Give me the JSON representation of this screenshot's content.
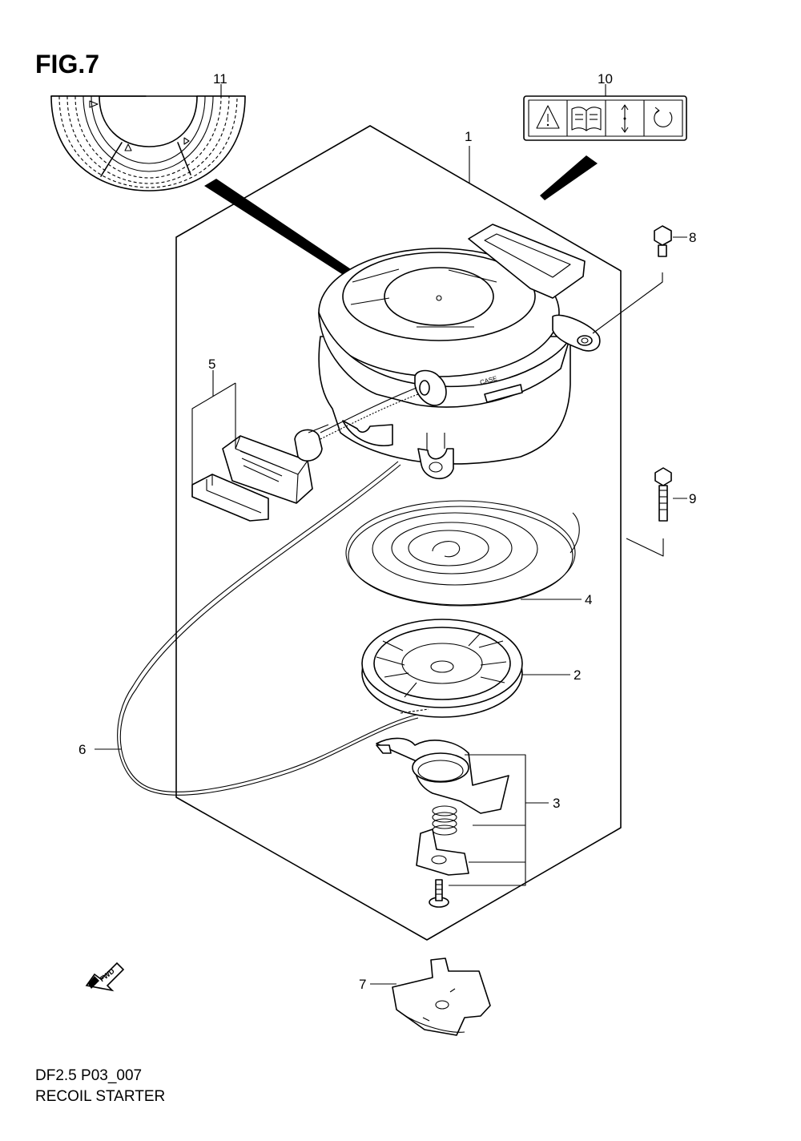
{
  "figure": {
    "title": "FIG.7",
    "model_code": "DF2.5 P03_007",
    "section_name": "RECOIL STARTER",
    "fwd_label": "FWD"
  },
  "callouts": [
    {
      "id": "1",
      "part": "recoil-starter-assembly"
    },
    {
      "id": "2",
      "part": "reel"
    },
    {
      "id": "3",
      "part": "ratchet-set"
    },
    {
      "id": "4",
      "part": "recoil-spring"
    },
    {
      "id": "5",
      "part": "handle-set"
    },
    {
      "id": "6",
      "part": "starter-rope"
    },
    {
      "id": "7",
      "part": "starter-pulley"
    },
    {
      "id": "8",
      "part": "bolt"
    },
    {
      "id": "9",
      "part": "bolt"
    },
    {
      "id": "10",
      "part": "caution-label"
    },
    {
      "id": "11",
      "part": "starter-label"
    }
  ],
  "icons": [
    "warning-icon",
    "manual-book-icon",
    "pull-arrow-icon",
    "rotation-icon"
  ]
}
